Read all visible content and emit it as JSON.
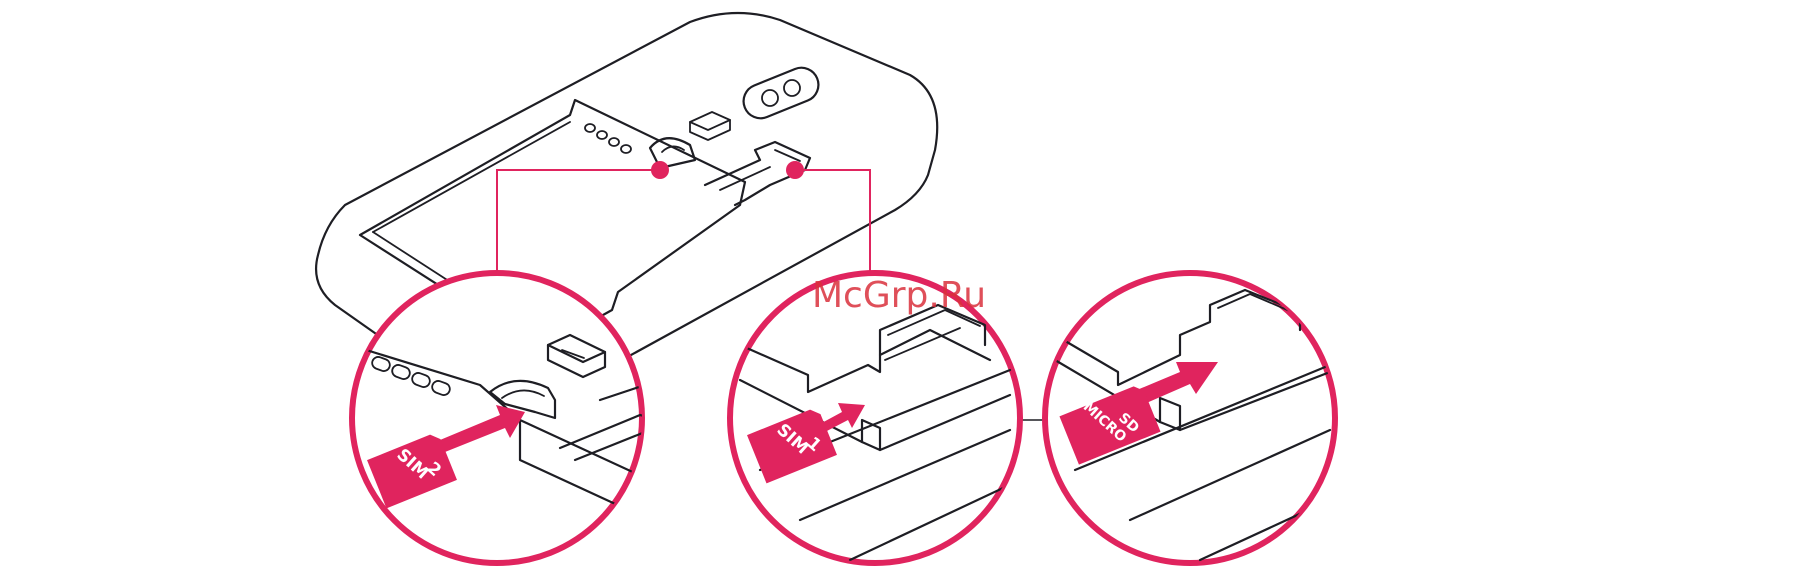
{
  "colors": {
    "accent": "#e0245e",
    "line": "#1e1e24",
    "watermark": "#d9303c",
    "background": "#ffffff"
  },
  "watermark": "McGrp.Ru",
  "cards": {
    "sim2": {
      "line1": "SIM",
      "line2": "2"
    },
    "sim1": {
      "line1": "SIM",
      "line2": "1"
    },
    "microsd": {
      "line1": "MICRO",
      "line2": "SD"
    }
  },
  "icons": [
    "phone-back-outline",
    "slot-callout-circle",
    "insert-arrow"
  ]
}
